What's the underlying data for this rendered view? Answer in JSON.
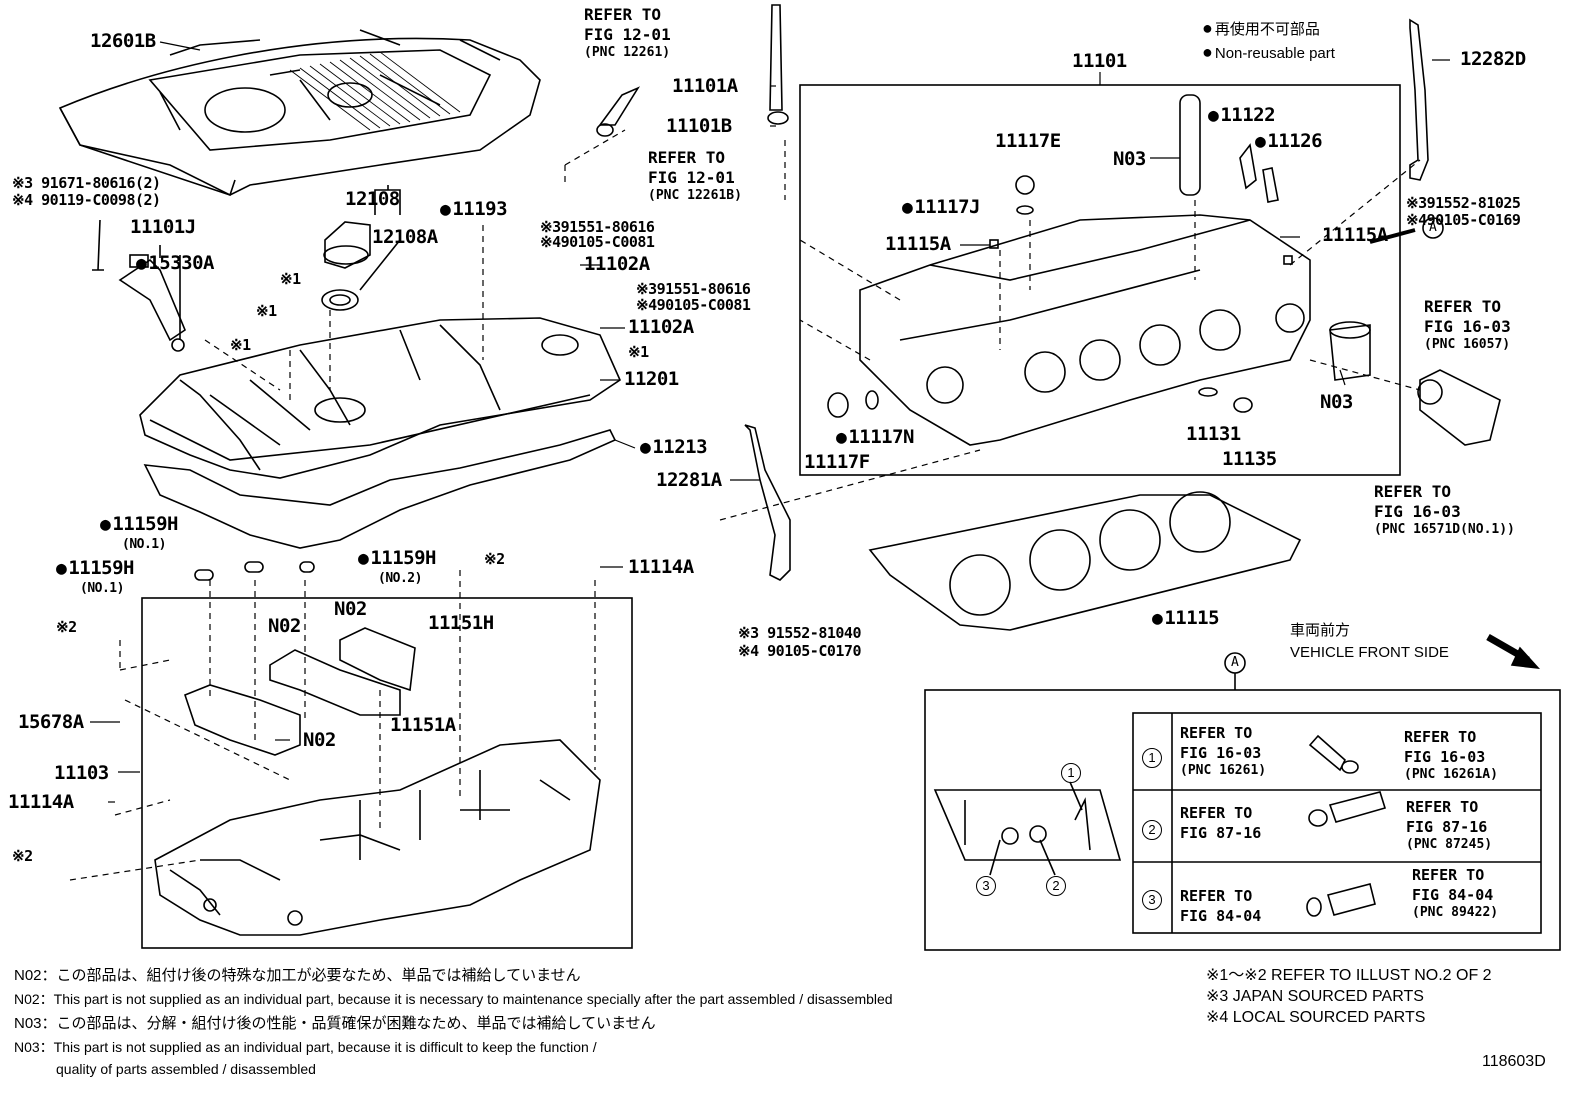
{
  "legend": {
    "non_reusable_jp": "再使用不可部品",
    "non_reusable_en": "Non-reusable part"
  },
  "labels": {
    "p12601B": "12601B",
    "p11101": "11101",
    "p12282D": "12282D",
    "p11101A": "11101A",
    "p11101B": "11101B",
    "p11101J": "11101J",
    "p15330A": "15330A",
    "p12108": "12108",
    "p12108A": "12108A",
    "p11193": "11193",
    "p11102A_1": "11102A",
    "p11102A_2": "11102A",
    "p11201": "11201",
    "p11213": "11213",
    "p11159H_1": "11159H",
    "p11159H_1_sub": "(NO.1)",
    "p11159H_2": "11159H",
    "p11159H_2_sub": "(NO.1)",
    "p11159H_3": "11159H",
    "p11159H_3_sub": "(NO.2)",
    "p11114A_1": "11114A",
    "p11114A_2": "11114A",
    "pN02_1": "N02",
    "pN02_2": "N02",
    "pN02_3": "N02",
    "p11151H": "11151H",
    "p11151A": "11151A",
    "p15678A": "15678A",
    "p11103": "11103",
    "p11117E": "11117E",
    "p11117J": "11117J",
    "p11122": "11122",
    "p11126": "11126",
    "pN03_1": "N03",
    "pN03_2": "N03",
    "p11115A_1": "11115A",
    "p11115A_2": "11115A",
    "p11117N": "11117N",
    "p11117F": "11117F",
    "p11131": "11131",
    "p11135": "11135",
    "p12281A": "12281A",
    "p11115": "11115",
    "x1_a": "※1",
    "x1_b": "※1",
    "x1_c": "※1",
    "x1_d": "※1",
    "x2_a": "※2",
    "x2_b": "※2",
    "x2_c": "※2"
  },
  "part_codes": {
    "c1": "※3 91671-80616(2)",
    "c2": "※4 90119-C0098(2)",
    "c3": "※391551-80616",
    "c4": "※490105-C0081",
    "c5": "※391551-80616",
    "c6": "※490105-C0081",
    "c7": "※391552-81025",
    "c8": "※490105-C0169",
    "c9": "※3 91552-81040",
    "c10": "※4 90105-C0170"
  },
  "refs": {
    "r1_l1": "REFER TO",
    "r1_l2": "FIG 12-01",
    "r1_pnc": "(PNC 12261)",
    "r2_l1": "REFER TO",
    "r2_l2": "FIG 12-01",
    "r2_pnc": "(PNC 12261B)",
    "r3_l1": "REFER TO",
    "r3_l2": "FIG 16-03",
    "r3_pnc": "(PNC 16057)",
    "r4_l1": "REFER TO",
    "r4_l2": "FIG 16-03",
    "r4_pnc": "(PNC 16571D(NO.1))"
  },
  "vehicle_front": {
    "jp": "車両前方",
    "en": "VEHICLE FRONT SIDE"
  },
  "detail_box": {
    "marker": "A",
    "rows": [
      {
        "num": "1",
        "left_l1": "REFER TO",
        "left_l2": "FIG 16-03",
        "left_pnc": "(PNC 16261)",
        "right_l1": "REFER TO",
        "right_l2": "FIG 16-03",
        "right_pnc": "(PNC 16261A)"
      },
      {
        "num": "2",
        "left_l1": "REFER TO",
        "left_l2": "FIG 87-16",
        "left_pnc": "",
        "right_l1": "REFER TO",
        "right_l2": "FIG 87-16",
        "right_pnc": "(PNC 87245)"
      },
      {
        "num": "3",
        "left_l1": "REFER TO",
        "left_l2": "FIG 84-04",
        "left_pnc": "",
        "right_l1": "REFER TO",
        "right_l2": "FIG 84-04",
        "right_pnc": "(PNC 89422)"
      }
    ],
    "callouts": [
      "1",
      "3",
      "2"
    ]
  },
  "notes": [
    "N02：この部品は、組付け後の特殊な加工が必要なため、単品では補給していません",
    "N02：This part is not supplied as an individual part, because it is necessary to maintenance specially after the part assembled / disassembled",
    "N03：この部品は、分解・組付け後の性能・品質確保が困難なため、単品では補給していません",
    "N03：This part is not supplied as an individual part, because it is difficult to keep the function /",
    "quality of parts  assembled / disassembled"
  ],
  "footnotes": [
    "※1～※2  REFER TO ILLUST NO.2 OF 2",
    "※3 JAPAN SOURCED PARTS",
    "※4 LOCAL SOURCED PARTS"
  ],
  "figure_id": "118603D"
}
